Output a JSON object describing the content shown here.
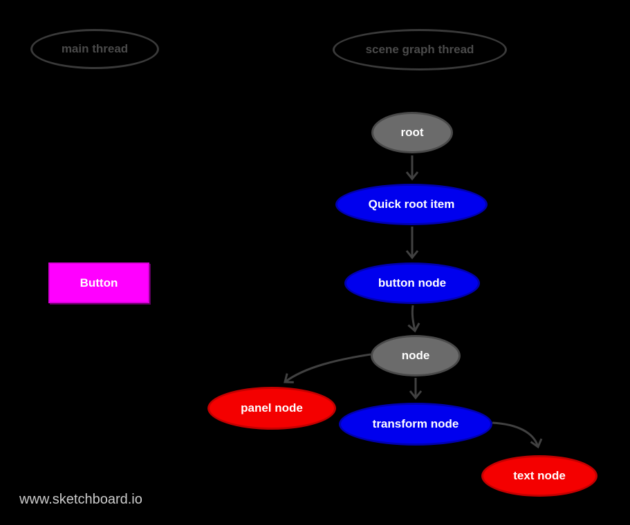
{
  "canvas": {
    "background": "#000000"
  },
  "colors": {
    "bg": "#000000",
    "outline": "#3a3a3a",
    "lane_text": "#4a4a4a",
    "edge": "#414141",
    "gray_fill": "#6b6b6b",
    "gray_stroke": "#4a4a4a",
    "blue_fill": "#0000ee",
    "blue_stroke": "#0000b0",
    "red_fill": "#f40000",
    "red_stroke": "#c40000",
    "magenta_fill": "#ff00ff",
    "magenta_stroke": "#d900d9",
    "node_text": "#ffffff",
    "watermark": "#cccccc"
  },
  "lanes": {
    "main_thread": {
      "label": "main thread"
    },
    "scene_graph_thread": {
      "label": "scene graph thread"
    }
  },
  "nodes": {
    "root": {
      "label": "root",
      "type": "gray-ellipse"
    },
    "quick_root_item": {
      "label": "Quick root item",
      "type": "blue-ellipse"
    },
    "button_node": {
      "label": "button node",
      "type": "blue-ellipse"
    },
    "node": {
      "label": "node",
      "type": "gray-ellipse"
    },
    "panel_node": {
      "label": "panel node",
      "type": "red-ellipse"
    },
    "transform_node": {
      "label": "transform node",
      "type": "blue-ellipse"
    },
    "text_node": {
      "label": "text node",
      "type": "red-ellipse"
    },
    "button": {
      "label": "Button",
      "type": "magenta-rectangle"
    }
  },
  "edges": [
    {
      "from": "root",
      "to": "quick_root_item"
    },
    {
      "from": "quick_root_item",
      "to": "button_node"
    },
    {
      "from": "button_node",
      "to": "node"
    },
    {
      "from": "node",
      "to": "panel_node"
    },
    {
      "from": "node",
      "to": "transform_node"
    },
    {
      "from": "transform_node",
      "to": "text_node"
    }
  ],
  "watermark": {
    "label": "www.sketchboard.io"
  }
}
